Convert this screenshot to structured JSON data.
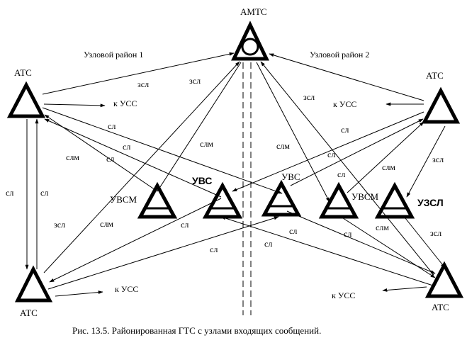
{
  "nodes": {
    "amts": "АМТС",
    "ats_top_left": "АТС",
    "ats_top_right": "АТС",
    "ats_bottom_left": "АТС",
    "ats_bottom_right": "АТС",
    "uvsm_left": "УВСМ",
    "uvs_left": "УВС",
    "uvs_right": "УВС",
    "uvsm_right": "УВСМ",
    "uzsl": "УЗСЛ"
  },
  "regions": {
    "region1": "Узловой район 1",
    "region2": "Узловой район 2"
  },
  "uss": {
    "top_left": "к УСС",
    "top_right": "к УСС",
    "bottom_left": "к УСС",
    "bottom_right": "к УСС"
  },
  "line_labels": {
    "zsl": "зсл",
    "sl": "сл",
    "slm": "слм"
  },
  "caption": "Рис. 13.5. Районированная ГТС с узлами входящих сообщений."
}
